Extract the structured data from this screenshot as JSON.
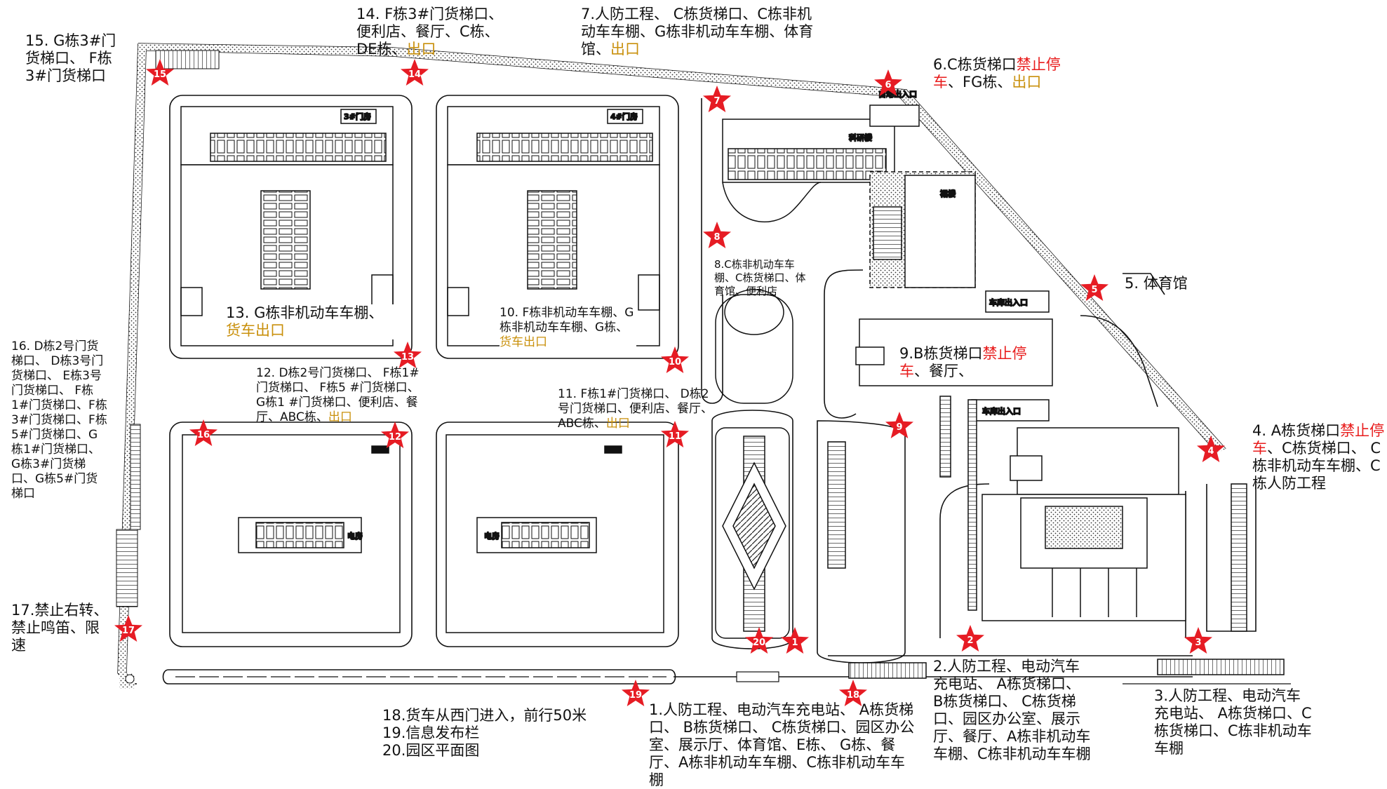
{
  "colors": {
    "marker": "#e61c24",
    "warning": "#e81c1c",
    "exit": "#c9900c",
    "line": "#111111"
  },
  "markers": [
    "1",
    "2",
    "3",
    "4",
    "5",
    "6",
    "7",
    "8",
    "9",
    "10",
    "11",
    "12",
    "13",
    "14",
    "15",
    "16",
    "17",
    "18",
    "19",
    "20"
  ],
  "building_labels": {
    "gate3": "3#门房",
    "gate4": "4#门房",
    "research": "科研楼",
    "podium": "裙楼",
    "garage1": "车库出入口",
    "garage2": "车库出入口",
    "auto_gate": "自动出入口",
    "power1": "电房",
    "power2": "电房"
  },
  "annotations": {
    "a1": {
      "text": "1.人防工程、电动汽车充电站、 A栋货梯口、 B栋货梯口、 C栋货梯口、园区办公室、展示厅、体育馆、E栋、 G栋、餐厅、A栋非机动车车棚、C栋非机动车车棚"
    },
    "a2": {
      "text": "2.人防工程、电动汽车充电站、 A栋货梯口、 B栋货梯口、 C栋货梯口、园区办公室、展示厅、餐厅、A栋非机动车车棚、C栋非机动车车棚"
    },
    "a3": {
      "text": "3.人防工程、电动汽车充电站、 A栋货梯口、C栋货梯口、C栋非机动车车棚"
    },
    "a4": {
      "pre": "4. A栋货梯口",
      "red": "禁止停车",
      "post": "、C栋货梯口、 C栋非机动车车棚、C栋人防工程"
    },
    "a5": {
      "text": "5. 体育馆"
    },
    "a6": {
      "pre": "6.C栋货梯口",
      "red": "禁止停车",
      "mid": "、FG栋、",
      "gold": "出口"
    },
    "a7": {
      "pre": "7.人防工程、 C栋货梯口、C栋非机动车车棚、G栋非机动车车棚、体育馆、",
      "gold": "出口"
    },
    "a8": {
      "text": "8.C栋非机动车车棚、C栋货梯口、体育馆、便利店"
    },
    "a9": {
      "pre": "9.B栋货梯口",
      "red": "禁止停车",
      "post": "、餐厅、"
    },
    "a10": {
      "pre": "10. F栋非机动车车棚、G栋非机动车车棚、G栋、",
      "gold": "货车出口"
    },
    "a11": {
      "pre": "11. F栋1#门货梯口、 D栋2号门货梯口、便利店、餐厅、ABC栋、",
      "gold": "出口"
    },
    "a12": {
      "pre": "12. D栋2号门货梯口、 F栋1#门货梯口、 F栋5 #门货梯口、G栋1 #门货梯口、便利店、餐厅、ABC栋、",
      "gold": "出口"
    },
    "a13": {
      "pre": "13. G栋非机动车车棚、",
      "gold": "货车出口"
    },
    "a14": {
      "pre": "14. F栋3#门货梯口、便利店、餐厅、C栋、DE栋、",
      "gold": "出口"
    },
    "a15": {
      "text": "15. G栋3#门货梯口、 F栋3#门货梯口"
    },
    "a16": {
      "text": "16. D栋2号门货梯口、 D栋3号门货梯口、 E栋3号门货梯口、 F栋1#门货梯口、F栋3#门货梯口、F栋5#门货梯口、G栋1#门货梯口、G栋3#门货梯口、G栋5#门货梯口"
    },
    "a17": {
      "text": "17.禁止右转、禁止鸣笛、限速"
    },
    "legend18": "18.货车从西门进入，前行50米",
    "legend19": "19.信息发布栏",
    "legend20": "20.园区平面图"
  }
}
